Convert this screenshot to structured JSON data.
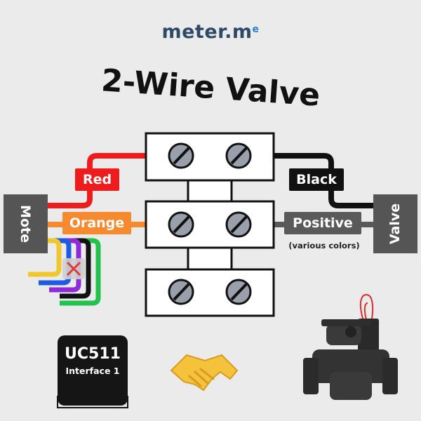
{
  "logo": {
    "text": "meter.m",
    "superscript": "e"
  },
  "title": "2-Wire Valve",
  "labels": {
    "red": "Red",
    "orange": "Orange",
    "black": "Black",
    "positive": "Positive",
    "positive_note": "(various colors)",
    "mote": "Mote",
    "valve": "Valve"
  },
  "device": {
    "model": "UC511",
    "interface": "Interface 1"
  },
  "icons": [
    "handshake-icon",
    "solenoid-valve-icon",
    "disconnected-x-icon"
  ],
  "colors": {
    "red": "#ee1c1c",
    "orange": "#f58a2e",
    "black": "#111111",
    "gray": "#5a5a5a",
    "yellow": "#f1c72f",
    "blue": "#1e5be0",
    "purple": "#8e2bd8",
    "green": "#22c24b"
  }
}
